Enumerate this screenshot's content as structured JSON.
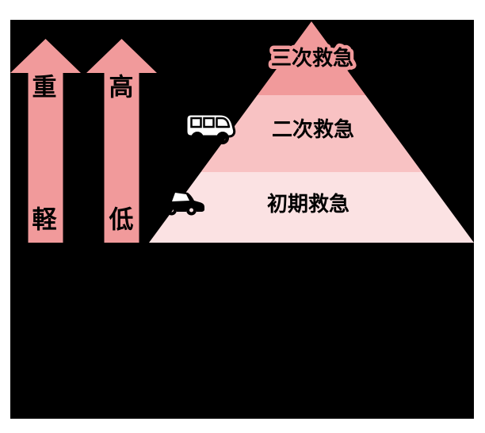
{
  "colors": {
    "page_background": "#FFFFFF",
    "canvas_background": "#000000",
    "salmon": "#F19A9B",
    "pink_mid": "#F8C2C3",
    "pink_light": "#FBE2E3",
    "label_text": "#000000"
  },
  "arrows": [
    {
      "name": "severity-arrow",
      "top_label": "重",
      "bottom_label": "軽"
    },
    {
      "name": "urgency-arrow",
      "top_label": "高",
      "bottom_label": "低"
    }
  ],
  "pyramid": {
    "levels": [
      {
        "label": "三次救急",
        "color": "#F19A9B"
      },
      {
        "label": "二次救急",
        "color": "#F8C2C3"
      },
      {
        "label": "初期救急",
        "color": "#FBE2E3"
      }
    ]
  },
  "icons": {
    "minivan": "minivan-icon",
    "car": "car-icon"
  }
}
